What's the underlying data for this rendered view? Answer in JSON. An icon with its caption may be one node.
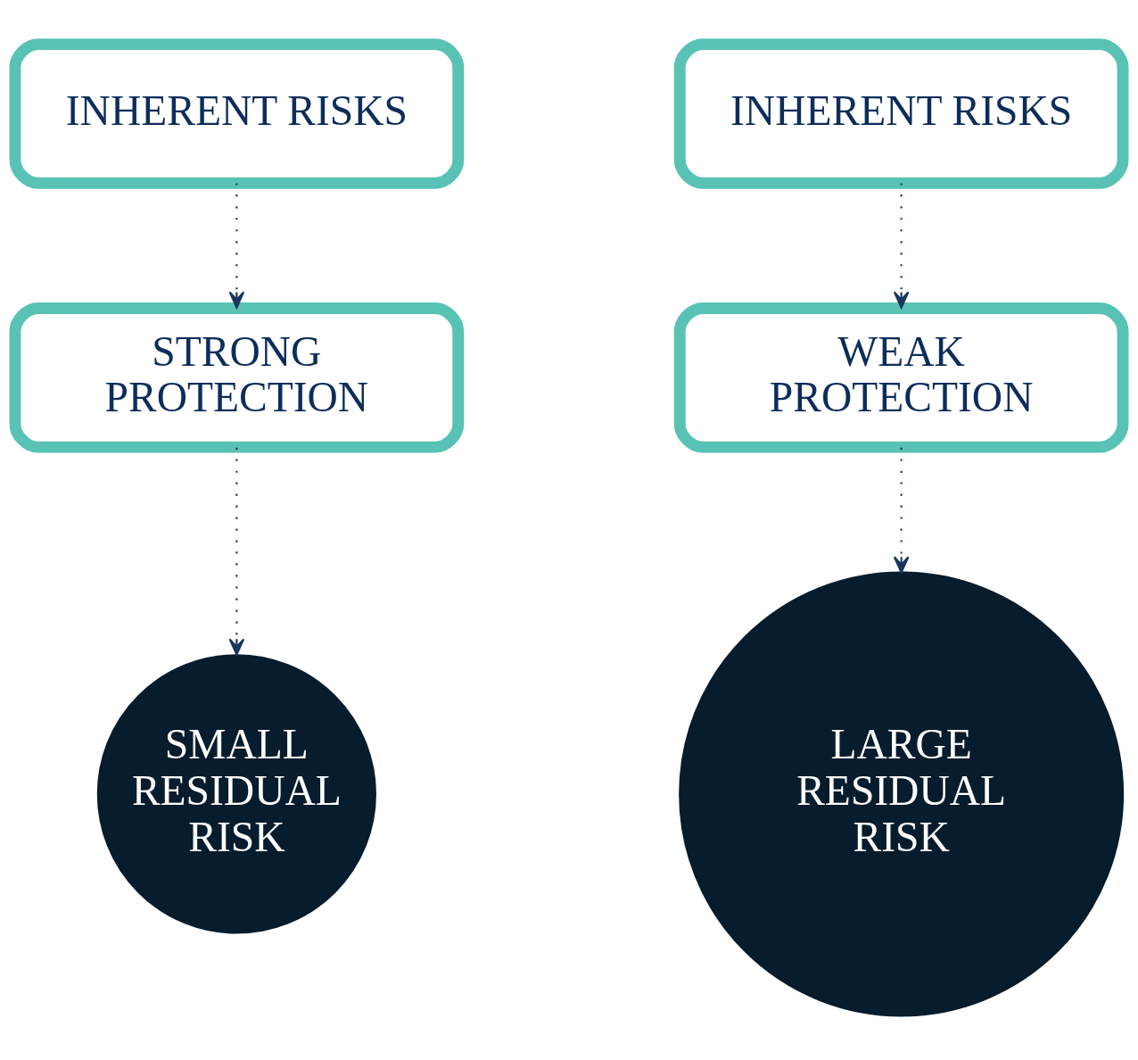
{
  "diagram": {
    "nodes": [
      {
        "text": [
          "INHERENT RISKS"
        ]
      },
      {
        "text": [
          "STRONG PROTECTION"
        ]
      },
      {
        "text": [
          "SMALL RESIDUAL RISK"
        ]
      },
      {
        "text": [
          "INHERENT RISKS"
        ]
      },
      {
        "text": [
          "WEAK PROTECTION"
        ]
      },
      {
        "text": [
          "LARGE RESIDUAL RISK"
        ]
      }
    ],
    "edges": [
      {
        "from": 0,
        "to": 1,
        "arrow": "to",
        "style": "dashed"
      },
      {
        "from": 1,
        "to": 2,
        "arrow": "to",
        "style": "dashed"
      },
      {
        "from": 3,
        "to": 4,
        "arrow": "to",
        "style": "dashed"
      },
      {
        "from": 4,
        "to": 5,
        "arrow": "to",
        "style": "dashed"
      }
    ]
  }
}
